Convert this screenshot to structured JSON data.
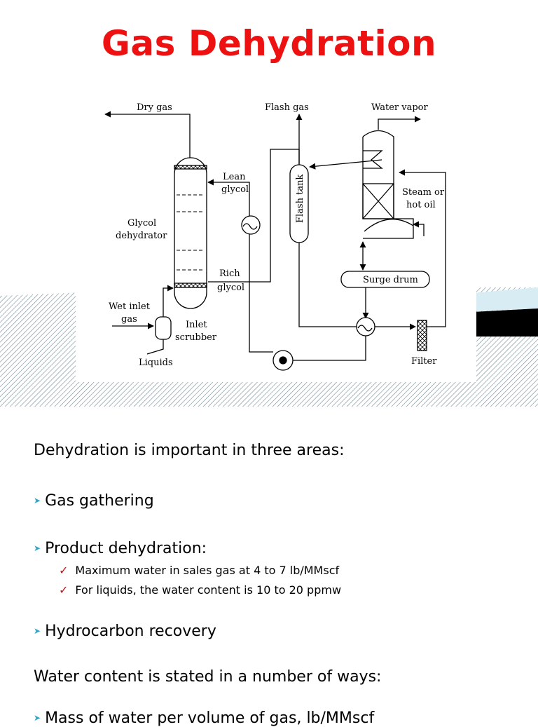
{
  "title": "Gas Dehydration",
  "diagram": {
    "labels": {
      "dry_gas": "Dry gas",
      "flash_gas": "Flash gas",
      "water_vapor": "Water vapor",
      "lean": "Lean",
      "glycol_lean": "glycol",
      "glycol": "Glycol",
      "dehydrator": "dehydrator",
      "flash_tank": "Flash tank",
      "steam_or": "Steam or",
      "hot_oil": "hot oil",
      "rich": "Rich",
      "glycol_rich": "glycol",
      "surge_drum": "Surge drum",
      "wet_inlet": "Wet inlet",
      "gas": "gas",
      "inlet": "Inlet",
      "scrubber": "scrubber",
      "liquids": "Liquids",
      "filter": "Filter"
    }
  },
  "content": {
    "intro": "Dehydration is important in three areas:",
    "bullets": [
      {
        "text": "Gas gathering"
      },
      {
        "text": "Product dehydration:"
      },
      {
        "text": "Hydrocarbon recovery"
      }
    ],
    "sub_bullets": [
      "Maximum water in sales gas at 4 to 7 lb/MMscf",
      "For liquids, the water content is 10 to 20 ppmw"
    ],
    "water_content": "Water content is stated in a number of ways:",
    "last_bullet": "Mass of water per volume of gas, lb/MMscf"
  }
}
